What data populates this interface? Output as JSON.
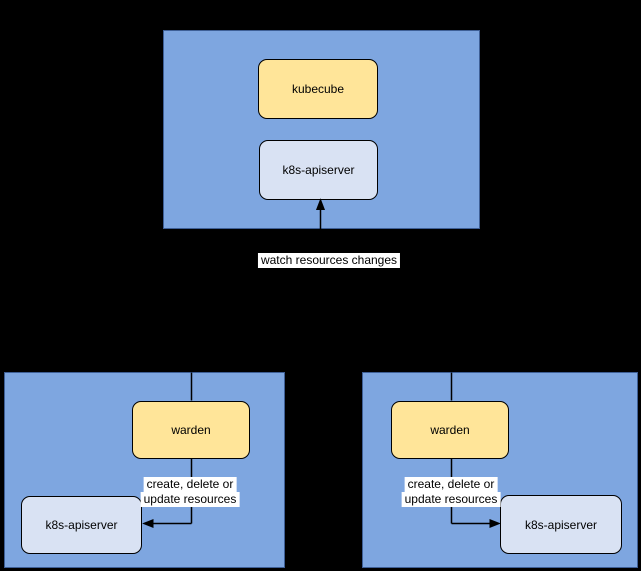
{
  "diagram": {
    "type": "architecture-diagram",
    "clusters": {
      "top": {
        "nodes": {
          "app": "kubecube",
          "apiserver": "k8s-apiserver"
        }
      },
      "left": {
        "nodes": {
          "agent": "warden",
          "apiserver": "k8s-apiserver"
        }
      },
      "right": {
        "nodes": {
          "agent": "warden",
          "apiserver": "k8s-apiserver"
        }
      }
    },
    "edges": {
      "watch": {
        "label": "watch resources changes",
        "arrow_direction": "up"
      },
      "left_crud": {
        "line1": "create, delete or",
        "line2": "update resources",
        "arrow_direction": "left"
      },
      "right_crud": {
        "line1": "create, delete or",
        "line2": "update resources",
        "arrow_direction": "right"
      }
    },
    "colors": {
      "background": "#000000",
      "cluster_fill": "#7EA6E0",
      "cluster_border": "#3E5F96",
      "node_yellow_fill": "#FFE599",
      "node_light_fill": "#D9E2F3",
      "node_border": "#000000",
      "edge_line": "#000000",
      "edge_label_background": "#FFFFFF"
    }
  }
}
